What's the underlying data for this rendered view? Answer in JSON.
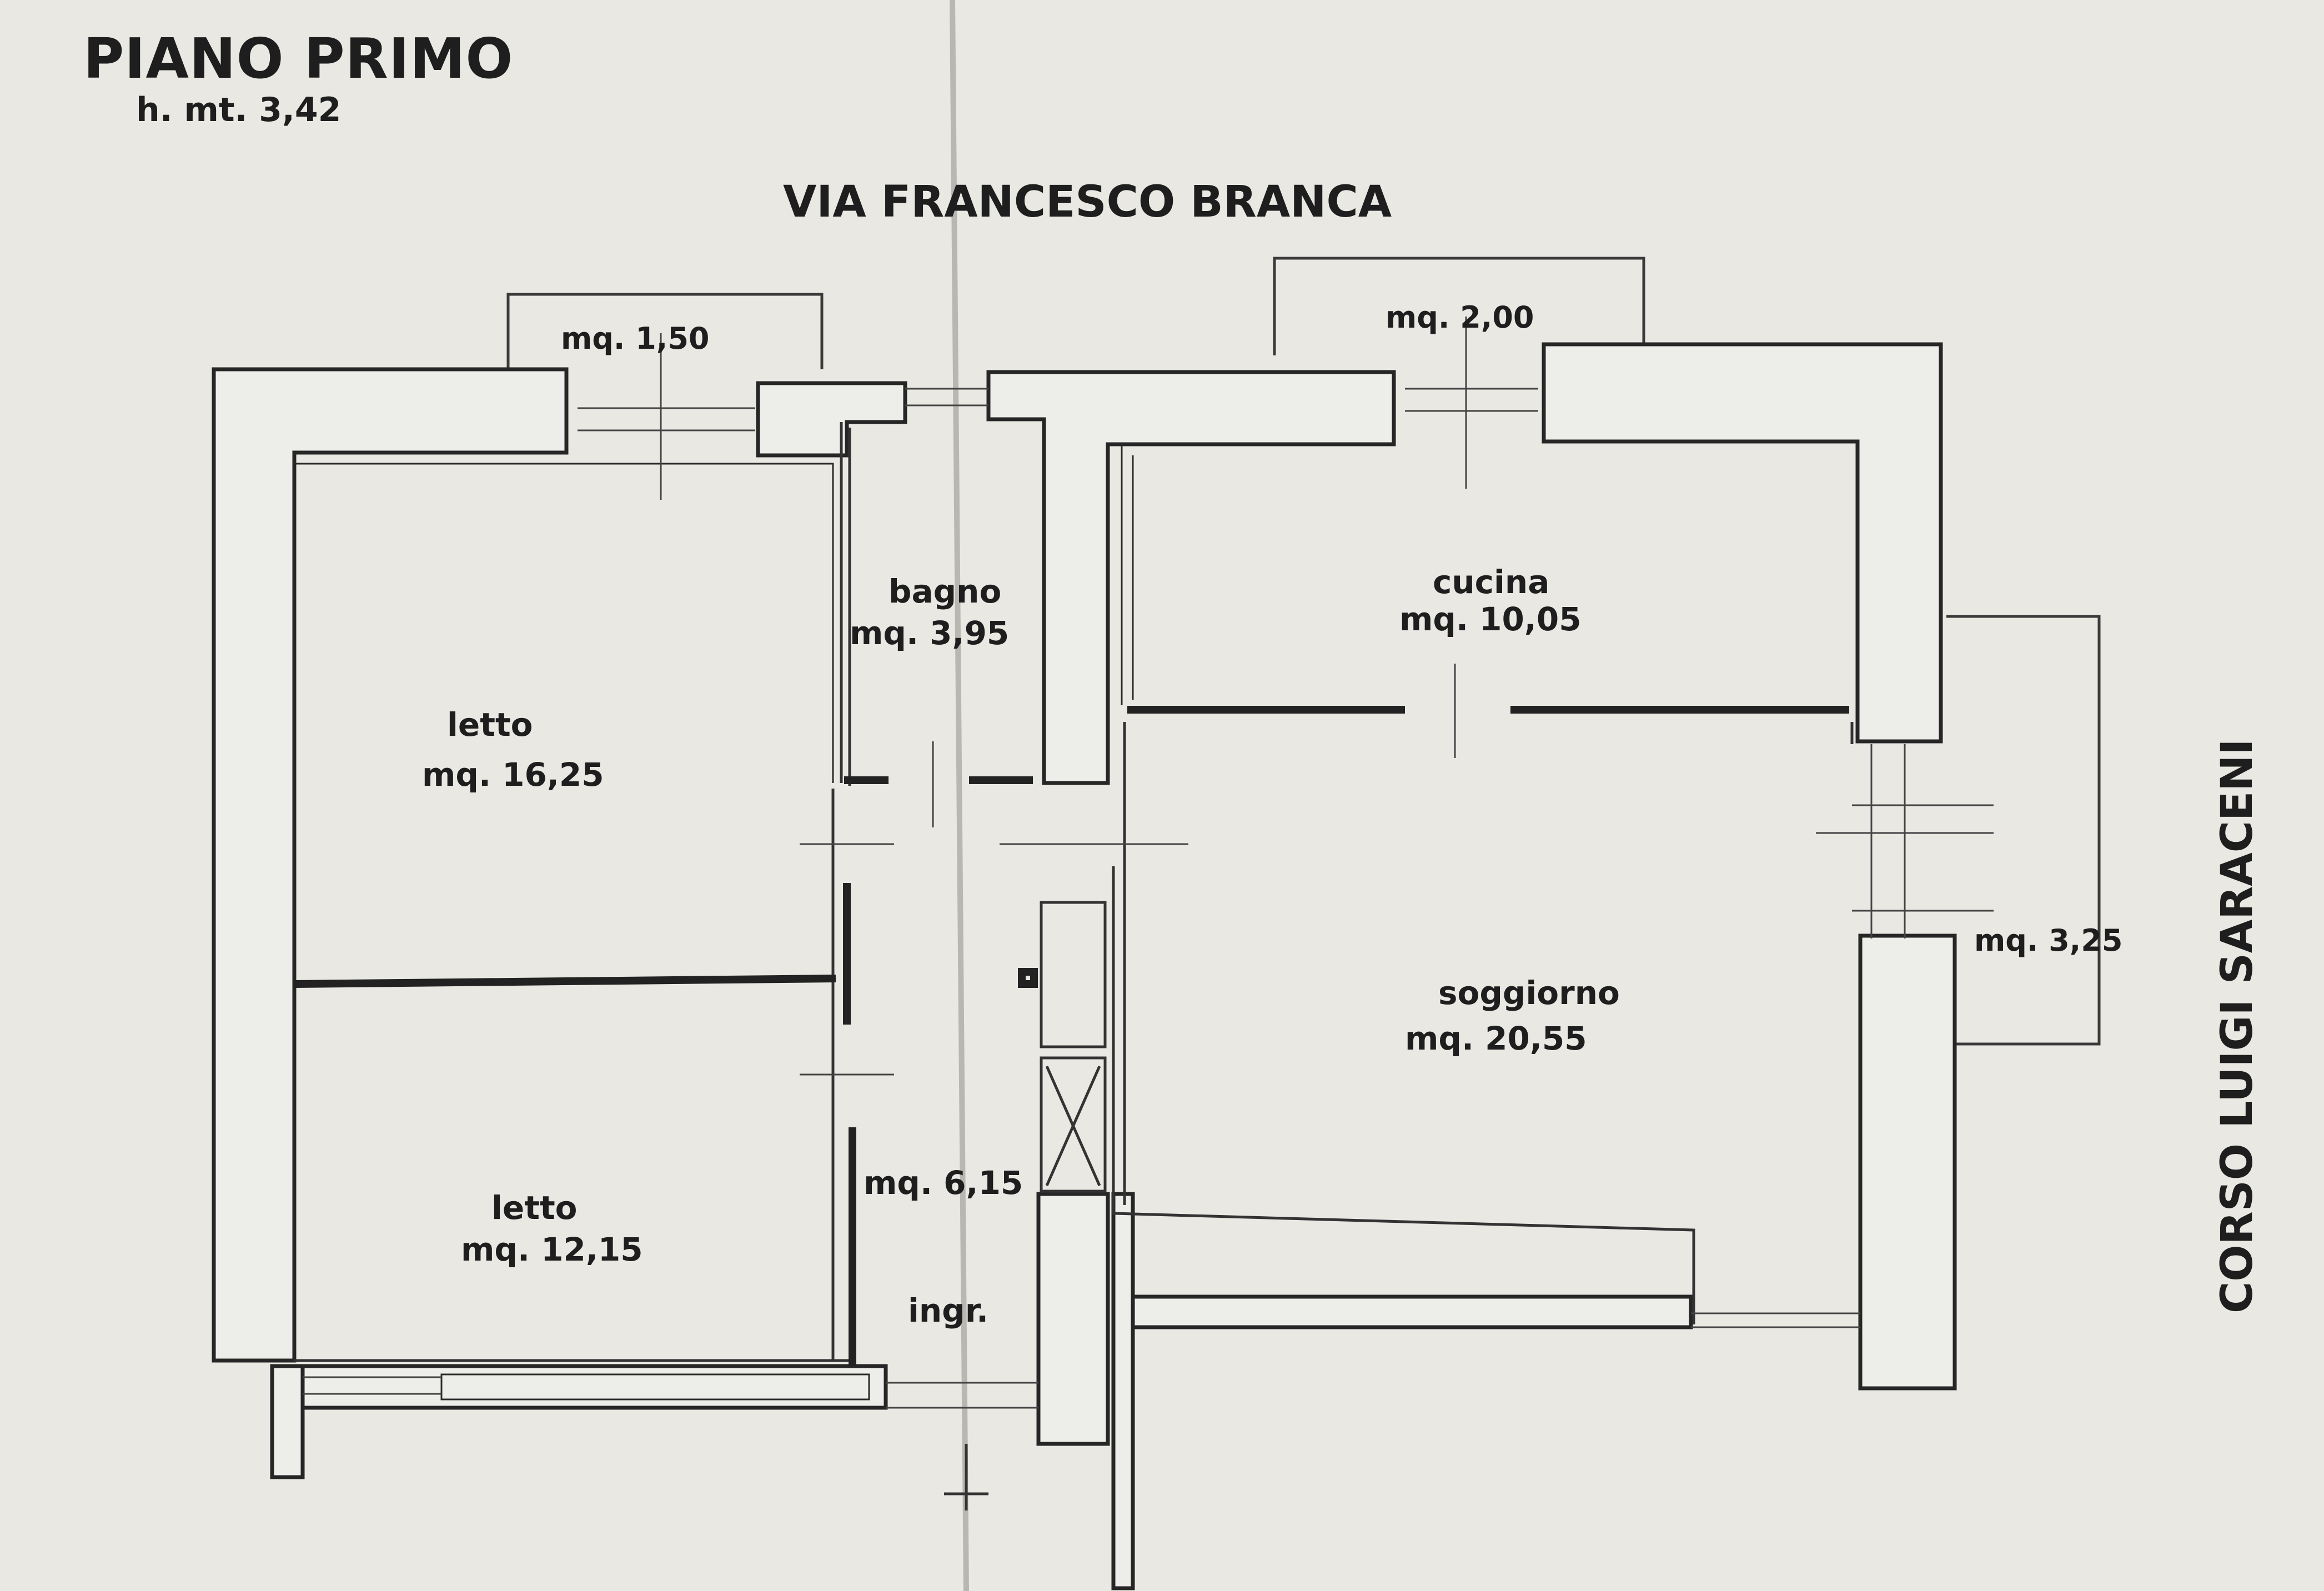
{
  "plan": {
    "floor_title": "PIANO PRIMO",
    "floor_height": "h. mt. 3,42",
    "street_top": "VIA FRANCESCO BRANCA",
    "street_right": "CORSO LUIGI SARACENI",
    "balconies": {
      "top_left": "mq. 1,50",
      "top_right": "mq. 2,00",
      "right": "mq. 3,25"
    },
    "rooms": [
      {
        "name": "letto",
        "area": "mq. 16,25"
      },
      {
        "name": "bagno",
        "area": "mq. 3,95"
      },
      {
        "name": "cucina",
        "area": "mq. 10,05"
      },
      {
        "name": "soggiorno",
        "area": "mq. 20,55"
      },
      {
        "name": "letto",
        "area": "mq. 12,15"
      }
    ],
    "hall_area": "mq. 6,15",
    "entrance": "ingr."
  }
}
